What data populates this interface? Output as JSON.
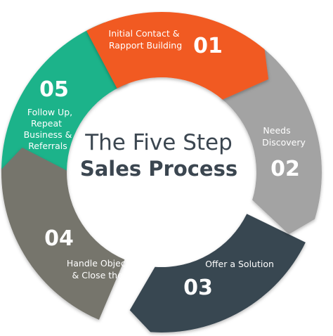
{
  "title": {
    "line1": "The Five Step",
    "line2": "Sales Process"
  },
  "steps": [
    {
      "number": "01",
      "label_lines": [
        "Initial Contact &",
        "Rapport Building"
      ],
      "color": "#f15a24"
    },
    {
      "number": "02",
      "label_lines": [
        "Needs",
        "Discovery"
      ],
      "color": "#a3a3a3"
    },
    {
      "number": "03",
      "label_lines": [
        "Offer a Solution"
      ],
      "color": "#374651"
    },
    {
      "number": "04",
      "label_lines": [
        "Handle Objections",
        "& Close the Sale"
      ],
      "color": "#76746c"
    },
    {
      "number": "05",
      "label_lines": [
        "Follow Up,",
        "Repeat",
        "Business &",
        "Referrals"
      ],
      "color": "#1fb38a"
    }
  ]
}
